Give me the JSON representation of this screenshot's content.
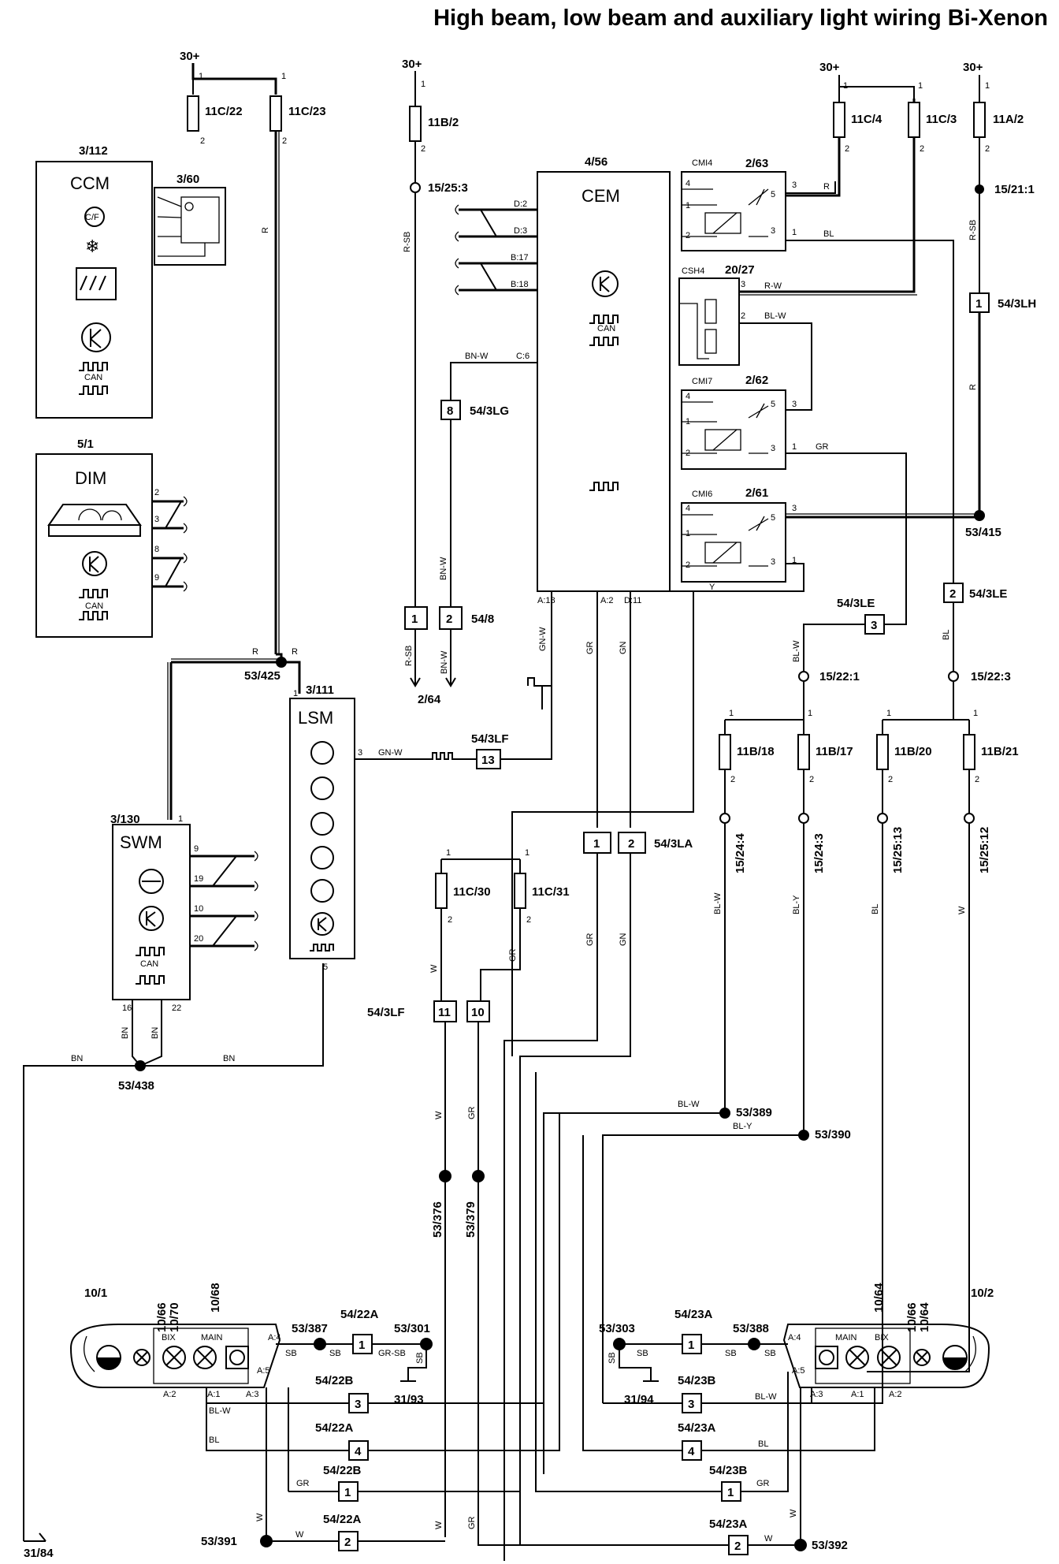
{
  "title": "High beam, low beam and auxiliary light wiring Bi-Xenon",
  "power": {
    "p30": "30+"
  },
  "modules": {
    "ccm": {
      "ref": "3/112",
      "name": "CCM",
      "sub_ref": "3/60",
      "temp_label": "C/F",
      "can": "CAN"
    },
    "dim": {
      "ref": "5/1",
      "name": "DIM",
      "can": "CAN",
      "pins": [
        "2",
        "3",
        "8",
        "9"
      ]
    },
    "cem": {
      "ref": "4/56",
      "name": "CEM",
      "can": "CAN",
      "pins": [
        "D:2",
        "D:3",
        "B:17",
        "B:18",
        "C:6",
        "A:18",
        "A:2",
        "D:11"
      ]
    },
    "lsm": {
      "ref": "3/111",
      "name": "LSM",
      "pin1": "1",
      "pin3": "3",
      "pin5": "5"
    },
    "swm": {
      "ref": "3/130",
      "name": "SWM",
      "can": "CAN",
      "pins": [
        "1",
        "9",
        "19",
        "10",
        "20",
        "16",
        "22"
      ]
    }
  },
  "relays": [
    {
      "ref": "2/63",
      "code": "CMI4"
    },
    {
      "ref": "20/27",
      "code": "CSH4"
    },
    {
      "ref": "2/62",
      "code": "CMI7"
    },
    {
      "ref": "2/61",
      "code": "CMI6"
    }
  ],
  "fuses": [
    "11C/22",
    "11C/23",
    "11B/2",
    "11C/4",
    "11C/3",
    "11A/2",
    "11B/18",
    "11B/17",
    "11B/20",
    "11B/21",
    "11C/30",
    "11C/31"
  ],
  "pin_numbers": {
    "p1": "1",
    "p2": "2",
    "p3": "3",
    "p4": "4",
    "p5": "5"
  },
  "splices": [
    "15/25:3",
    "15/21:1",
    "53/425",
    "53/415",
    "15/22:1",
    "15/22:3",
    "53/438",
    "53/389",
    "53/390",
    "53/376",
    "53/379",
    "53/387",
    "53/301",
    "53/303",
    "53/388",
    "53/391",
    "53/392",
    "15/24:4",
    "15/24:3",
    "15/25:13",
    "15/25:12"
  ],
  "connectors": {
    "c54_3LH": {
      "pin": "1",
      "label": "54/3LH"
    },
    "c54_3LG": {
      "pin": "8",
      "label": "54/3LG"
    },
    "c54_8": {
      "pins": [
        "1",
        "2"
      ],
      "label": "54/8"
    },
    "c54_3LE": {
      "label": "54/3LE",
      "pin_a": "3",
      "pin_b": "2"
    },
    "c54_3LF": {
      "label": "54/3LF",
      "pin": "13",
      "pins_b": [
        "11",
        "10"
      ]
    },
    "c54_3LA": {
      "label": "54/3LA",
      "pins": [
        "1",
        "2"
      ]
    },
    "c54_22A": {
      "label": "54/22A"
    },
    "c54_22B": {
      "label": "54/22B"
    },
    "c54_23A": {
      "label": "54/23A"
    },
    "c54_23B": {
      "label": "54/23B"
    }
  },
  "grounds": [
    "2/64",
    "31/93",
    "31/94",
    "31/84"
  ],
  "headlamps": {
    "left": {
      "ref": "10/1",
      "refs": [
        "10/66",
        "10/70",
        "10/68"
      ],
      "bix": "BIX",
      "main": "MAIN",
      "pins": [
        "A:4",
        "A:5",
        "A:2",
        "A:1",
        "A:3"
      ]
    },
    "right": {
      "ref": "10/2",
      "refs": [
        "10/64",
        "10/66",
        "10/64"
      ],
      "bix": "BIX",
      "main": "MAIN",
      "pins": [
        "A:4",
        "A:5",
        "A:3",
        "A:1",
        "A:2"
      ]
    }
  },
  "wire_colors": {
    "r": "R",
    "rsb": "R-SB",
    "bl": "BL",
    "rw": "R-W",
    "blw": "BL-W",
    "bnw": "BN-W",
    "gr": "GR",
    "gn": "GN",
    "gnw": "GN-W",
    "y": "Y",
    "bly": "BL-Y",
    "w": "W",
    "bn": "BN",
    "sb": "SB",
    "grsb": "GR-SB"
  }
}
